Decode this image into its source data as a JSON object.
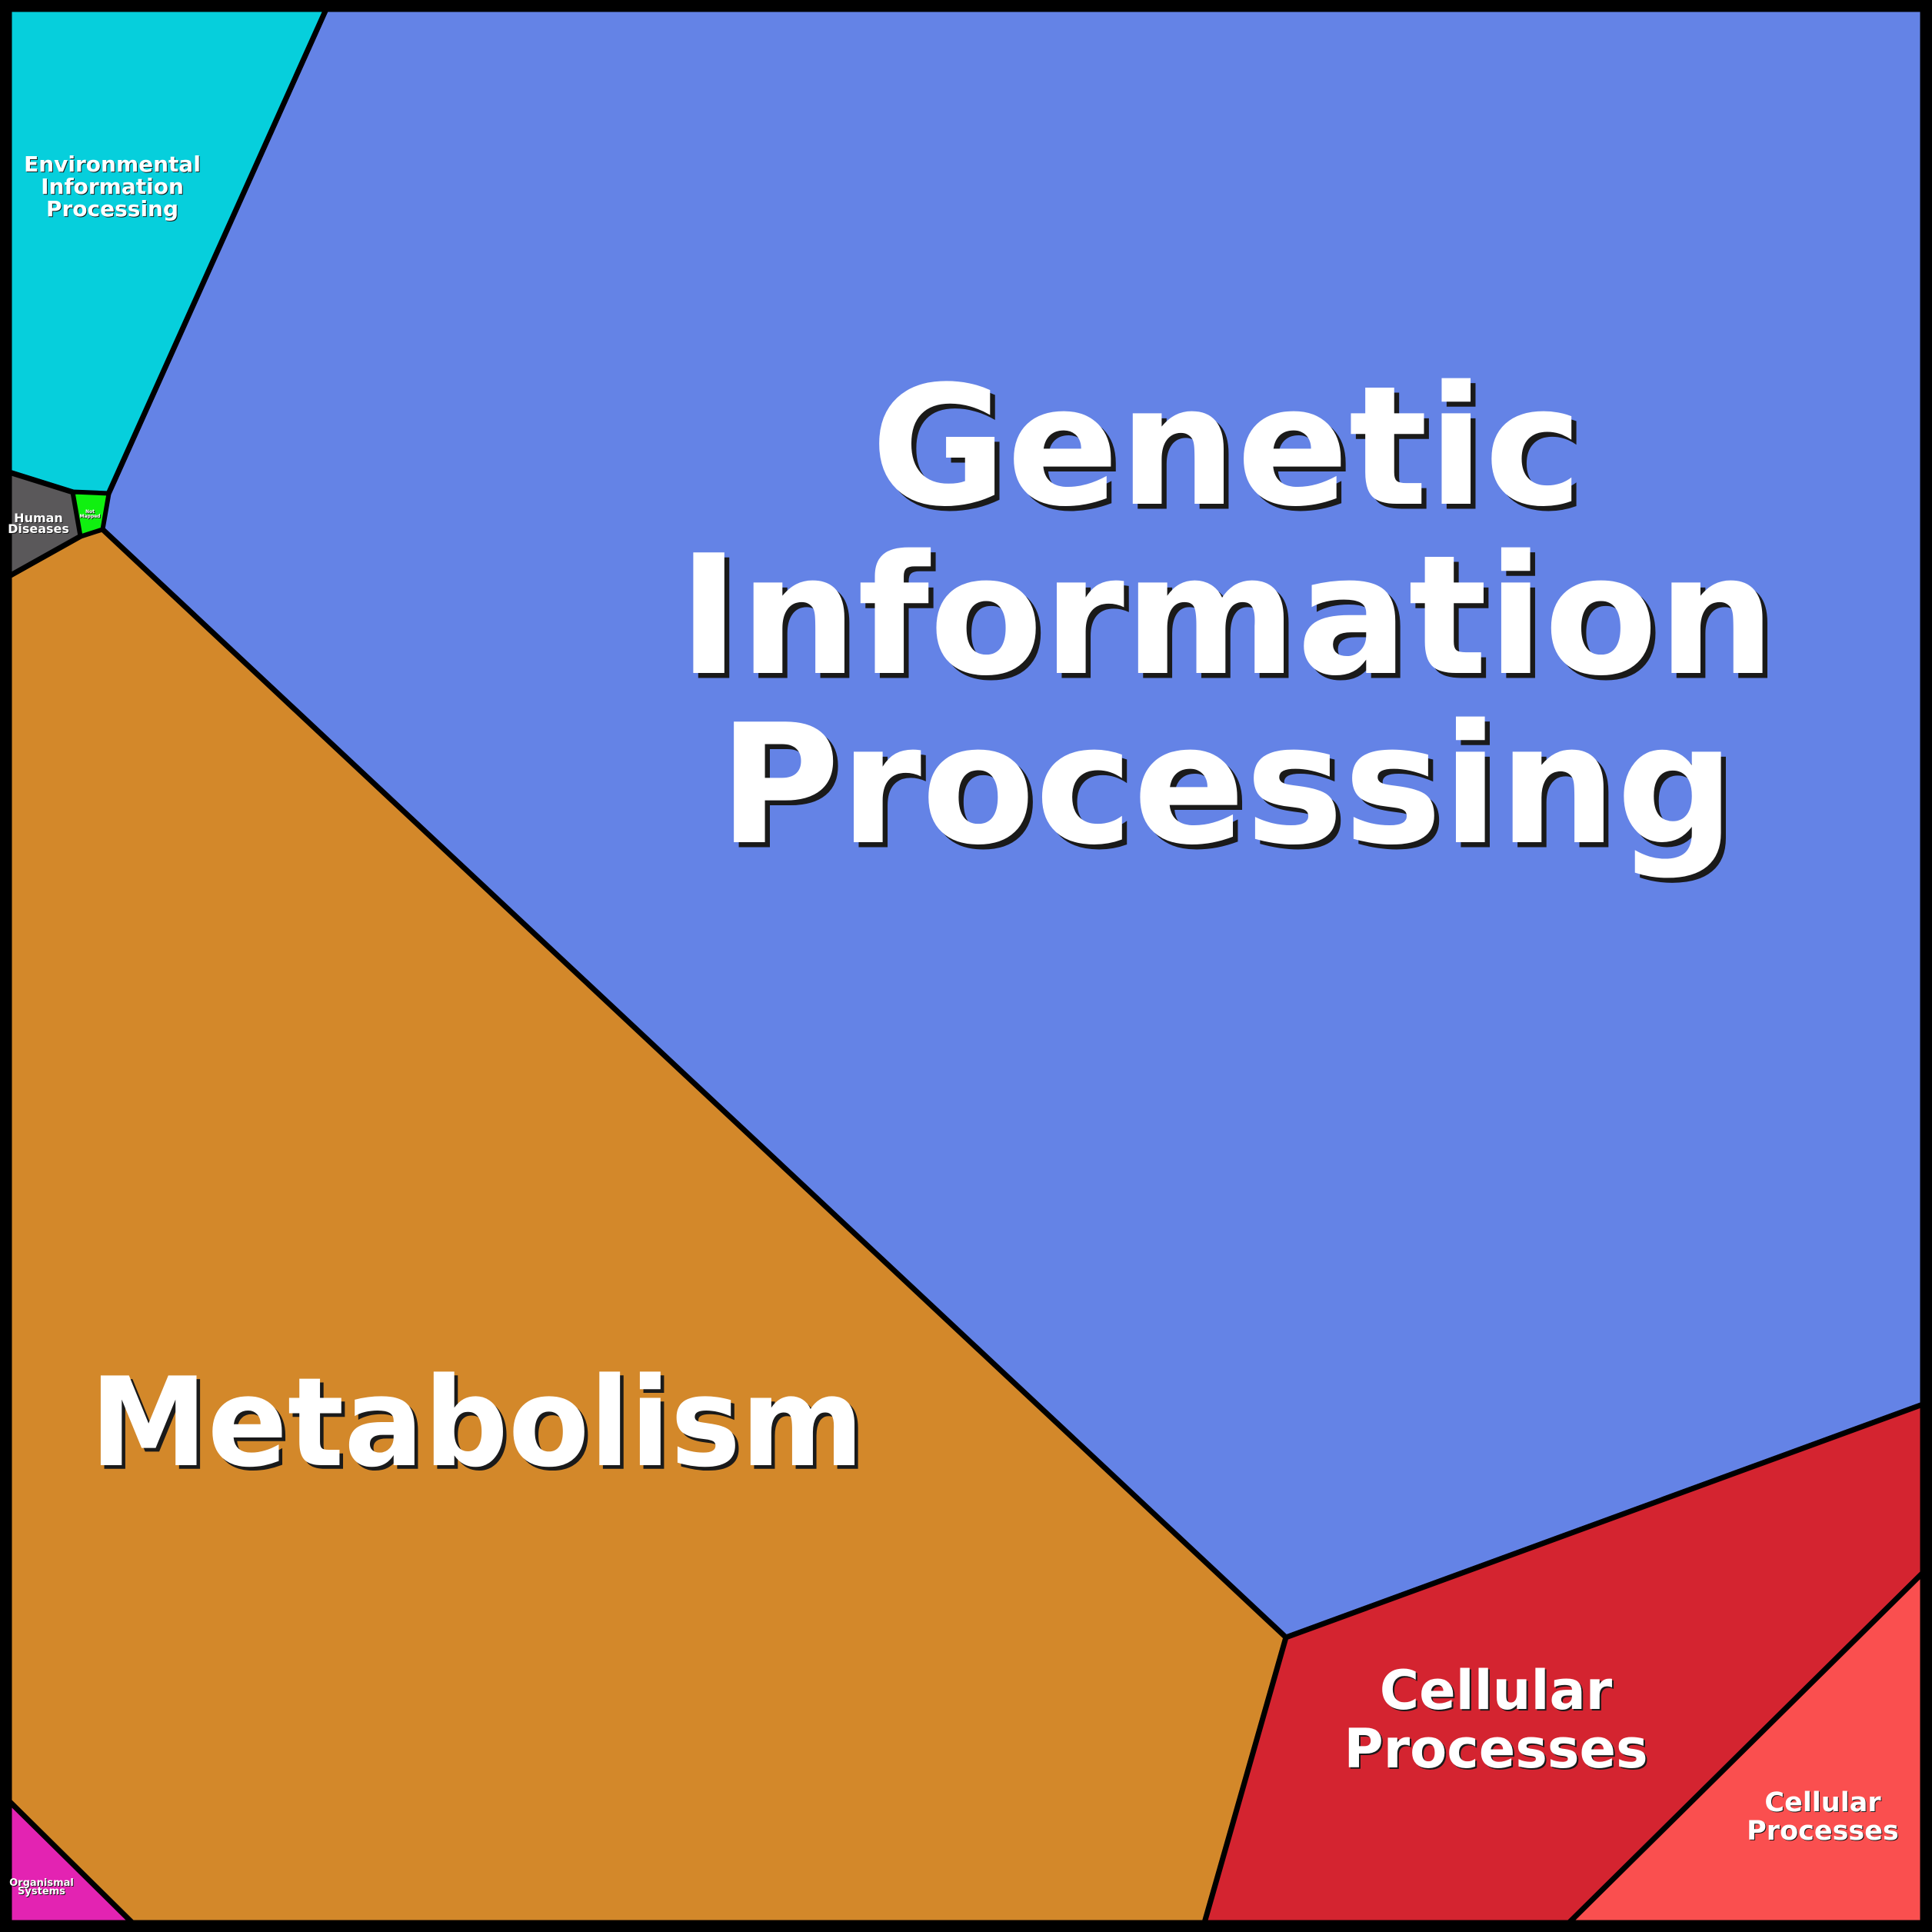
{
  "diagram": {
    "type": "voronoi-treemap",
    "regions": [
      {
        "id": "genetic",
        "label_lines": [
          "Genetic",
          "Information",
          "Processing"
        ],
        "color": "#6483E6"
      },
      {
        "id": "metabolism",
        "label_lines": [
          "Metabolism"
        ],
        "color": "#D3882A"
      },
      {
        "id": "environmental",
        "label_lines": [
          "Environmental",
          "Information",
          "Processing"
        ],
        "color": "#06CFDC"
      },
      {
        "id": "cellular-1",
        "label_lines": [
          "Cellular",
          "Processes"
        ],
        "color": "#D42430"
      },
      {
        "id": "cellular-2",
        "label_lines": [
          "Cellular",
          "Processes"
        ],
        "color": "#FA4F4F"
      },
      {
        "id": "human-diseases",
        "label_lines": [
          "Human",
          "Diseases"
        ],
        "color": "#5A585A"
      },
      {
        "id": "not-mapped",
        "label_lines": [
          "Not",
          "Mapped"
        ],
        "color": "#10F010"
      },
      {
        "id": "organismal",
        "label_lines": [
          "Organismal",
          "Systems"
        ],
        "color": "#E323B2"
      }
    ],
    "border_color": "#000000",
    "text_color": "#FFFFFF"
  }
}
